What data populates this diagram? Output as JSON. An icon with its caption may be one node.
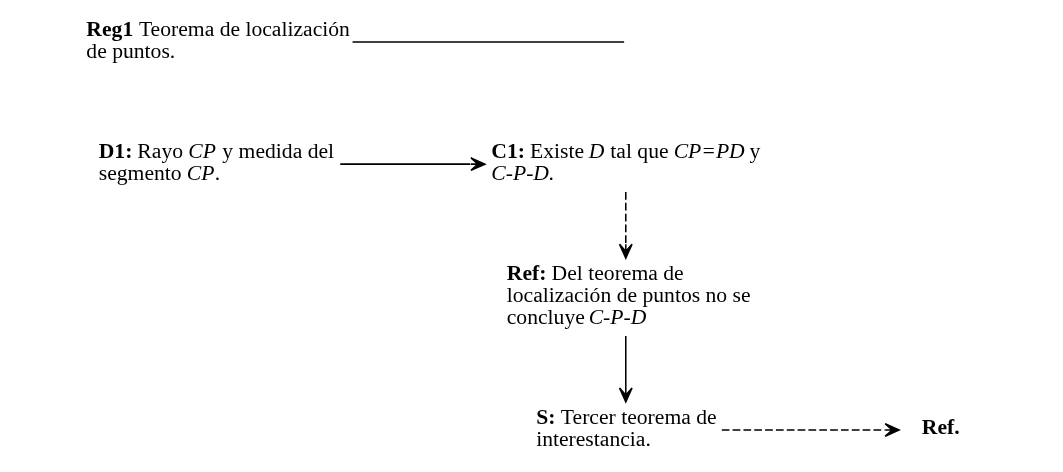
{
  "diagram": {
    "nodes": [
      {
        "text": [
          "**D1:** Rayo *CP* y medida del segmento *CP*."
        ]
      },
      {
        "text": [
          "**Reg1** Teorema de localización de puntos."
        ]
      },
      {
        "text": [
          "**C1:** Existe *D* tal que *CP=PD* y *C-P-D*."
        ]
      },
      {
        "text": [
          "**Ref:** Del teorema de localización de puntos no se concluye *C-P-D*"
        ]
      },
      {
        "text": [
          "**S:** Tercer teorema de interestancia."
        ]
      },
      {
        "text": [
          "**Ref.**"
        ]
      }
    ],
    "edges": [
      {
        "from": 0,
        "to": 2,
        "arrow": "to"
      },
      {
        "from": 1,
        "to": null,
        "arrow": "none"
      },
      {
        "from": 2,
        "to": 3,
        "arrow": "to",
        "style": "dashed"
      },
      {
        "from": 3,
        "to": 4,
        "arrow": "to"
      },
      {
        "from": 4,
        "to": 5,
        "arrow": "to",
        "style": "dashed"
      }
    ]
  }
}
